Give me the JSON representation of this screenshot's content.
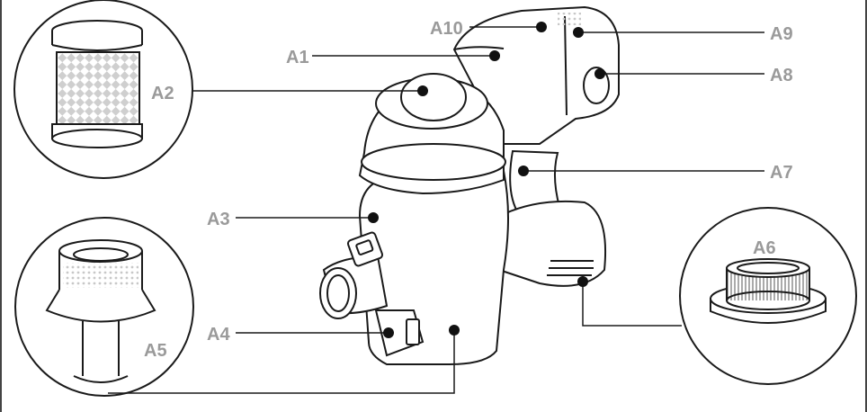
{
  "labels": {
    "a1": "A1",
    "a2": "A2",
    "a3": "A3",
    "a4": "A4",
    "a5": "A5",
    "a6": "A6",
    "a7": "A7",
    "a8": "A8",
    "a9": "A9",
    "a10": "A10"
  },
  "colors": {
    "line": "#1a1a1a",
    "label": "#9a9a9a",
    "dot": "#111111",
    "check": "#cfcfcf",
    "frame": "#444444"
  }
}
